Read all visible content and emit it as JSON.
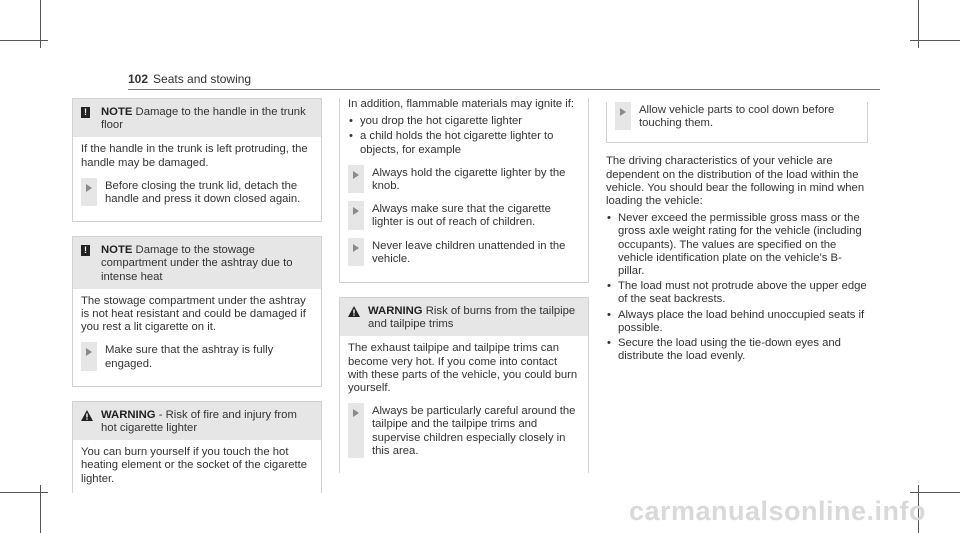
{
  "header": {
    "page_number": "102",
    "section_title": "Seats and stowing"
  },
  "column1": {
    "notice1": {
      "keyword": "NOTE",
      "title": "Damage to the handle in the trunk floor",
      "body": "If the handle in the trunk is left protruding, the handle may be damaged.",
      "step": "Before closing the trunk lid, detach the handle and press it down closed again."
    },
    "notice2": {
      "keyword": "NOTE",
      "title": "Damage to the stowage compartment under the ashtray due to intense heat",
      "body": "The stowage compartment under the ashtray is not heat resistant and could be damaged if you rest a lit cigarette on it.",
      "step": "Make sure that the ashtray is fully engaged."
    },
    "warning": {
      "keyword": "WARNING",
      "title": " - Risk of fire and injury from hot cigarette lighter",
      "body": "You can burn yourself if you touch the hot heating element or the socket of the cigarette lighter."
    }
  },
  "column2": {
    "intro": "In addition, flammable materials may ignite if:",
    "bullets": [
      "you drop the hot cigarette lighter",
      "a child holds the hot cigarette lighter to objects, for example"
    ],
    "steps": [
      "Always hold the cigarette lighter by the knob.",
      "Always make sure that the cigarette lighter is out of reach of children.",
      "Never leave children unattended in the vehicle."
    ],
    "warning": {
      "keyword": "WARNING",
      "title": "Risk of burns from the tailpipe and tailpipe trims",
      "body": "The exhaust tailpipe and tailpipe trims can become very hot. If you come into contact with these parts of the vehicle, you could burn yourself.",
      "step": "Always be particularly careful around the tailpipe and the tailpipe trims and supervise children especially closely in this area."
    }
  },
  "column3": {
    "step": "Allow vehicle parts to cool down before touching them.",
    "paragraph": "The driving characteristics of your vehicle are dependent on the distribution of the load within the vehicle. You should bear the following in mind when loading the vehicle:",
    "bullets": [
      "Never exceed the permissible gross mass or the gross axle weight rating for the vehicle (including occupants). The values are specified on the vehicle identification plate on the vehicle's B-pillar.",
      "The load must not protrude above the upper edge of the seat backrests.",
      "Always place the load behind unoccupied seats if possible.",
      "Secure the load using the tie-down eyes and distribute the load evenly."
    ]
  },
  "watermark": "carmanualsonline.info",
  "colors": {
    "notice_header_bg": "#e6e6e6",
    "box_border": "#d2d2d2",
    "text": "#333333"
  },
  "icons": {
    "notice": "exclamation-square-icon",
    "warning": "warning-triangle-icon",
    "step": "step-arrow-icon"
  }
}
